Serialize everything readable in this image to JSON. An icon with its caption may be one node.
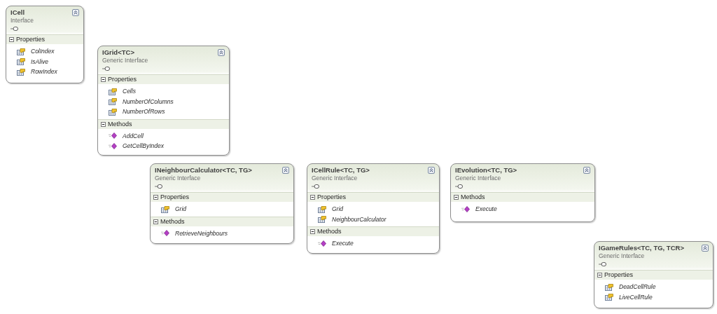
{
  "diagram": {
    "nodes": [
      {
        "text": [
          "ICell",
          "Interface"
        ]
      },
      {
        "text": [
          "Properties",
          "ColIndex",
          "IsAlive",
          "RowIndex"
        ],
        "in": 0
      },
      {
        "text": [
          "IGrid<TC>",
          "Generic Interface"
        ]
      },
      {
        "text": [
          "Properties",
          "Cells",
          "NumberOfColumns",
          "NumberOfRows"
        ],
        "in": 2
      },
      {
        "text": [
          "Methods",
          "AddCell",
          "GetCellByIndex"
        ],
        "in": 2
      },
      {
        "text": [
          "INeighbourCalculator<TC, TG>",
          "Generic Interface"
        ]
      },
      {
        "text": [
          "Properties",
          "Grid"
        ],
        "in": 5
      },
      {
        "text": [
          "Methods",
          "RetrieveNeighbours"
        ],
        "in": 5
      },
      {
        "text": [
          "ICellRule<TC, TG>",
          "Generic Interface"
        ]
      },
      {
        "text": [
          "Properties",
          "Grid",
          "NeighbourCalculator"
        ],
        "in": 8
      },
      {
        "text": [
          "Methods",
          "Execute"
        ],
        "in": 8
      },
      {
        "text": [
          "IEvolution<TC, TG>",
          "Generic Interface"
        ]
      },
      {
        "text": [
          "Methods",
          "Execute"
        ],
        "in": 11
      },
      {
        "text": [
          "IGameRules<TC, TG, TCR>",
          "Generic Interface"
        ]
      },
      {
        "text": [
          "Properties",
          "DeadCellRule",
          "LiveCellRule"
        ],
        "in": 13
      }
    ]
  }
}
